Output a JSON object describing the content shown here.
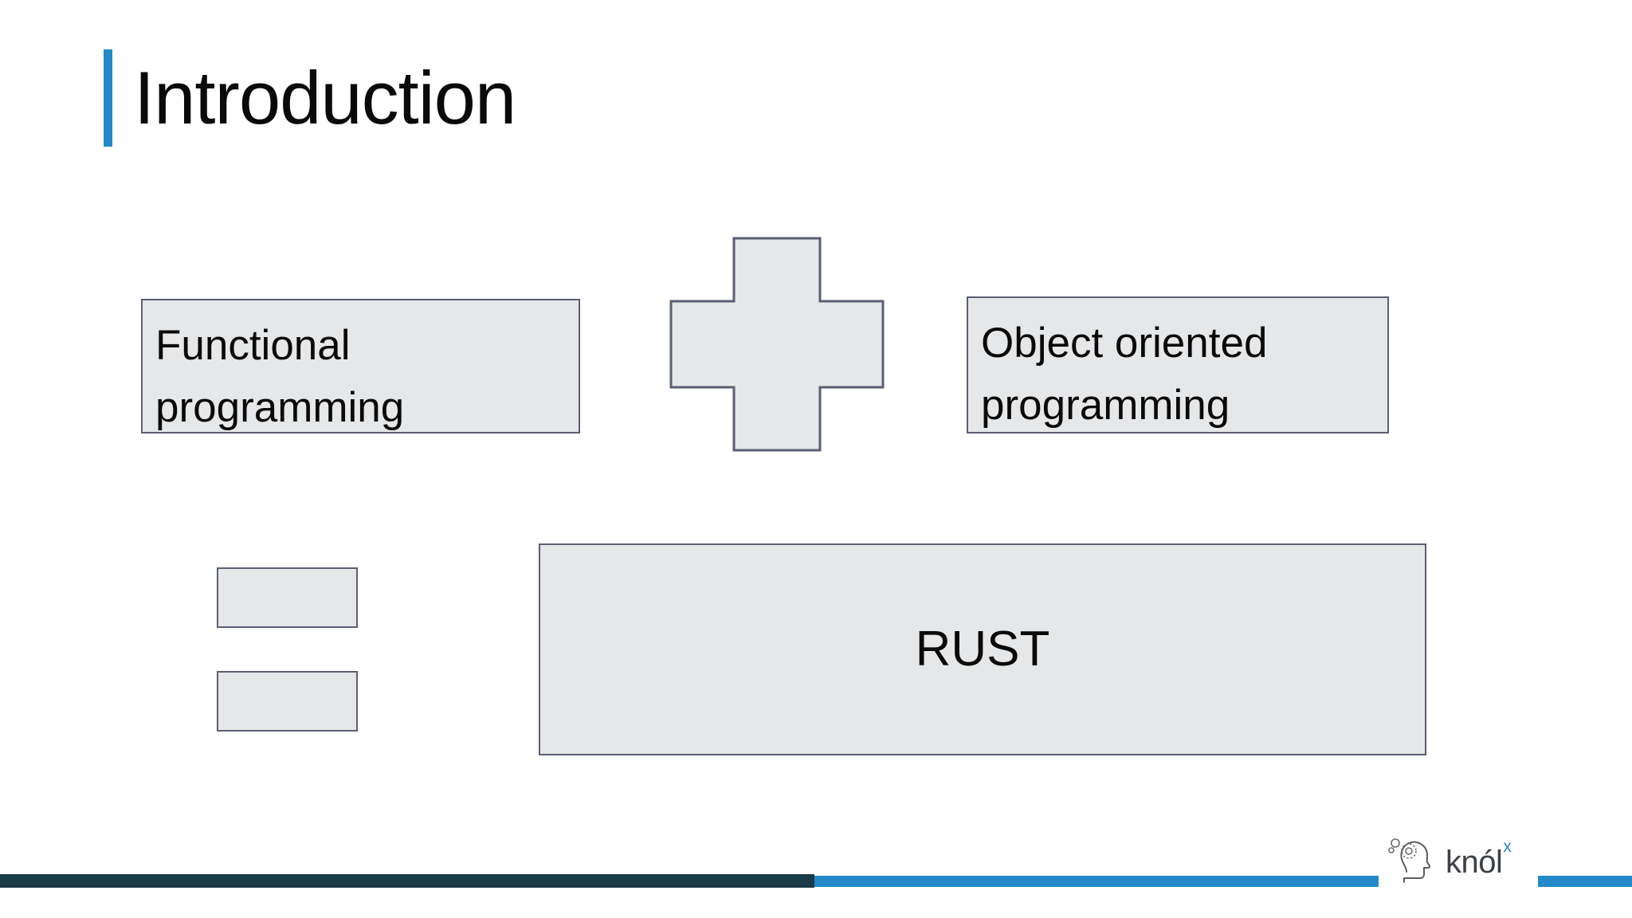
{
  "slide": {
    "title": "Introduction",
    "accent_color": "#2389c9",
    "background_color": "#ffffff"
  },
  "diagram": {
    "equation_reading": "Functional programming + Object oriented programming = RUST",
    "left_operand": {
      "label": "Functional\nprogramming",
      "fill_color": "#e6e7e8",
      "border_color": "#5b5f73"
    },
    "operator_plus": {
      "symbol_name": "plus-shape",
      "fill_color": "#e6e7e8",
      "border_color": "#5b5f73"
    },
    "right_operand": {
      "label": "Object oriented\nprogramming",
      "fill_color": "#e6e7e8",
      "border_color": "#5b5f73"
    },
    "operator_equals": {
      "symbol_name": "equals-shape",
      "fill_color": "#e6e7e8",
      "border_color": "#5b5f73"
    },
    "result": {
      "label": "RUST",
      "fill_color": "#e6e7e8",
      "border_color": "#5b5f73"
    }
  },
  "footer": {
    "bar_dark_color": "#1b3a47",
    "bar_blue_color": "#2389c9",
    "logo": {
      "wordmark": "knól",
      "superscript": "x",
      "mark_name": "head-profile-gears-icon",
      "text_color": "#3d4044",
      "superscript_color": "#2389c9"
    }
  }
}
